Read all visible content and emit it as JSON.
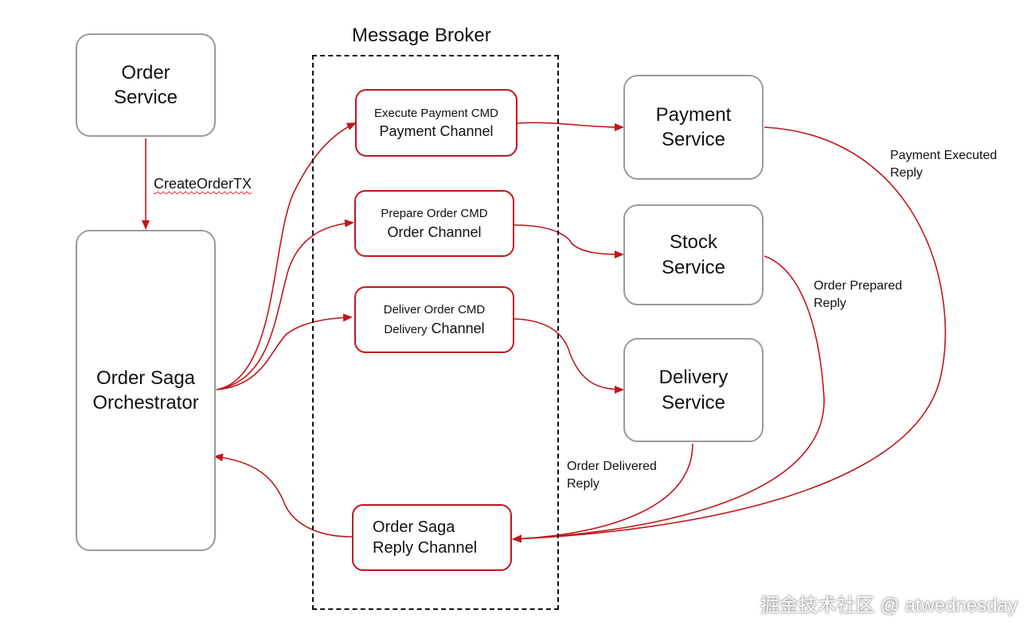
{
  "diagram": {
    "broker_title": "Message Broker",
    "nodes": {
      "order_service": [
        "Order",
        "Service"
      ],
      "orchestrator": [
        "Order Saga",
        "Orchestrator"
      ],
      "payment_service": [
        "Payment",
        "Service"
      ],
      "stock_service": [
        "Stock",
        "Service"
      ],
      "delivery_service": [
        "Delivery",
        "Service"
      ]
    },
    "channels": {
      "payment": {
        "cmd": "Execute Payment CMD",
        "name": "Payment Channel"
      },
      "order": {
        "cmd": "Prepare Order CMD",
        "name": "Order Channel"
      },
      "delivery": {
        "cmd": "Deliver Order CMD",
        "name_prefix": "Delivery",
        "name_suffix": "Channel"
      },
      "reply": {
        "line1": "Order Saga",
        "line2": "Reply Channel"
      }
    },
    "edge_labels": {
      "create_order": "CreateOrderTX",
      "payment_reply": [
        "Payment Executed",
        "Reply"
      ],
      "order_reply": [
        "Order Prepared",
        "Reply"
      ],
      "delivery_reply": [
        "Order Delivered",
        "Reply"
      ]
    },
    "colors": {
      "arrow": "#c0161c",
      "service_border": "#9a9a9a",
      "channel_border": "#c0161c"
    }
  },
  "watermark": "掘金技术社区 @ atwednesday"
}
